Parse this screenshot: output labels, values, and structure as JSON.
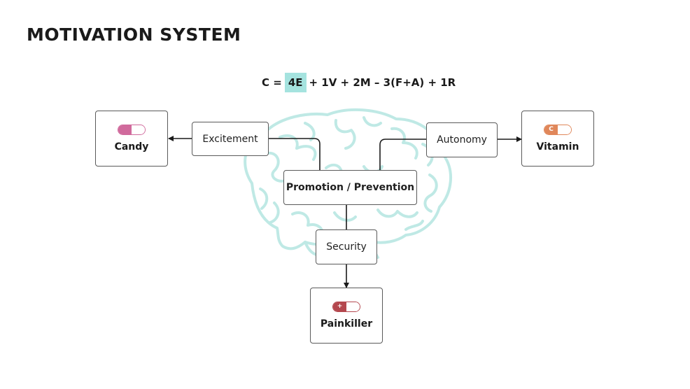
{
  "title": "MOTIVATION SYSTEM",
  "formula": {
    "prefix": "C =",
    "highlight": "4E",
    "rest": "+ 1V + 2M – 3(F+A) + 1R",
    "highlight_color": "#a5e3df"
  },
  "nodes": {
    "excitement": "Excitement",
    "autonomy": "Autonomy",
    "promotion": "Promotion / Prevention",
    "security": "Security"
  },
  "outcomes": {
    "candy": {
      "label": "Candy",
      "pill_color": "#d06a9c",
      "pill_symbol": ""
    },
    "vitamin": {
      "label": "Vitamin",
      "pill_color": "#e0875a",
      "pill_symbol": "C"
    },
    "painkiller": {
      "label": "Painkiller",
      "pill_color": "#b4474e",
      "pill_symbol": "+"
    }
  },
  "brain_icon": "brain-icon",
  "colors": {
    "brain": "#bfe9e5",
    "line": "#1a1a1a",
    "border": "#5a5a5a"
  }
}
